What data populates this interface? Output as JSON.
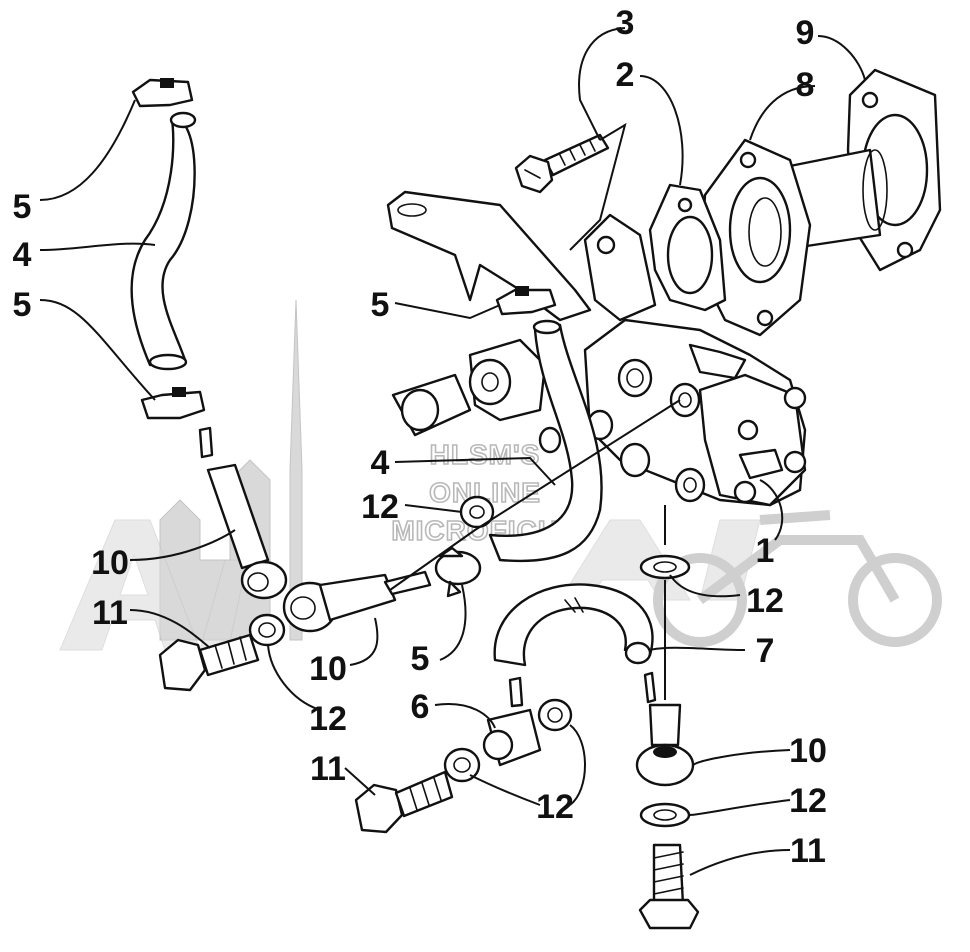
{
  "watermark": {
    "lines": [
      "HLSM'S",
      "ONLINE",
      "MICROFICHE"
    ],
    "brand_text": "ArcticCat"
  },
  "callouts": [
    {
      "id": "c3",
      "label": "3"
    },
    {
      "id": "c9",
      "label": "9"
    },
    {
      "id": "c2",
      "label": "2"
    },
    {
      "id": "c8",
      "label": "8"
    },
    {
      "id": "c5a",
      "label": "5"
    },
    {
      "id": "c4a",
      "label": "4"
    },
    {
      "id": "c5b",
      "label": "5"
    },
    {
      "id": "c5c",
      "label": "5"
    },
    {
      "id": "c4b",
      "label": "4"
    },
    {
      "id": "c12a",
      "label": "12"
    },
    {
      "id": "c1",
      "label": "1"
    },
    {
      "id": "c10a",
      "label": "10"
    },
    {
      "id": "c12b",
      "label": "12"
    },
    {
      "id": "c11a",
      "label": "11"
    },
    {
      "id": "c10b",
      "label": "10"
    },
    {
      "id": "c5d",
      "label": "5"
    },
    {
      "id": "c7",
      "label": "7"
    },
    {
      "id": "c12c",
      "label": "12"
    },
    {
      "id": "c6",
      "label": "6"
    },
    {
      "id": "c10c",
      "label": "10"
    },
    {
      "id": "c11b",
      "label": "11"
    },
    {
      "id": "c12d",
      "label": "12"
    },
    {
      "id": "c12e",
      "label": "12"
    },
    {
      "id": "c11c",
      "label": "11"
    }
  ],
  "colors": {
    "ink": "#111111",
    "watermark": "#b8b8b8",
    "background": "#ffffff"
  }
}
